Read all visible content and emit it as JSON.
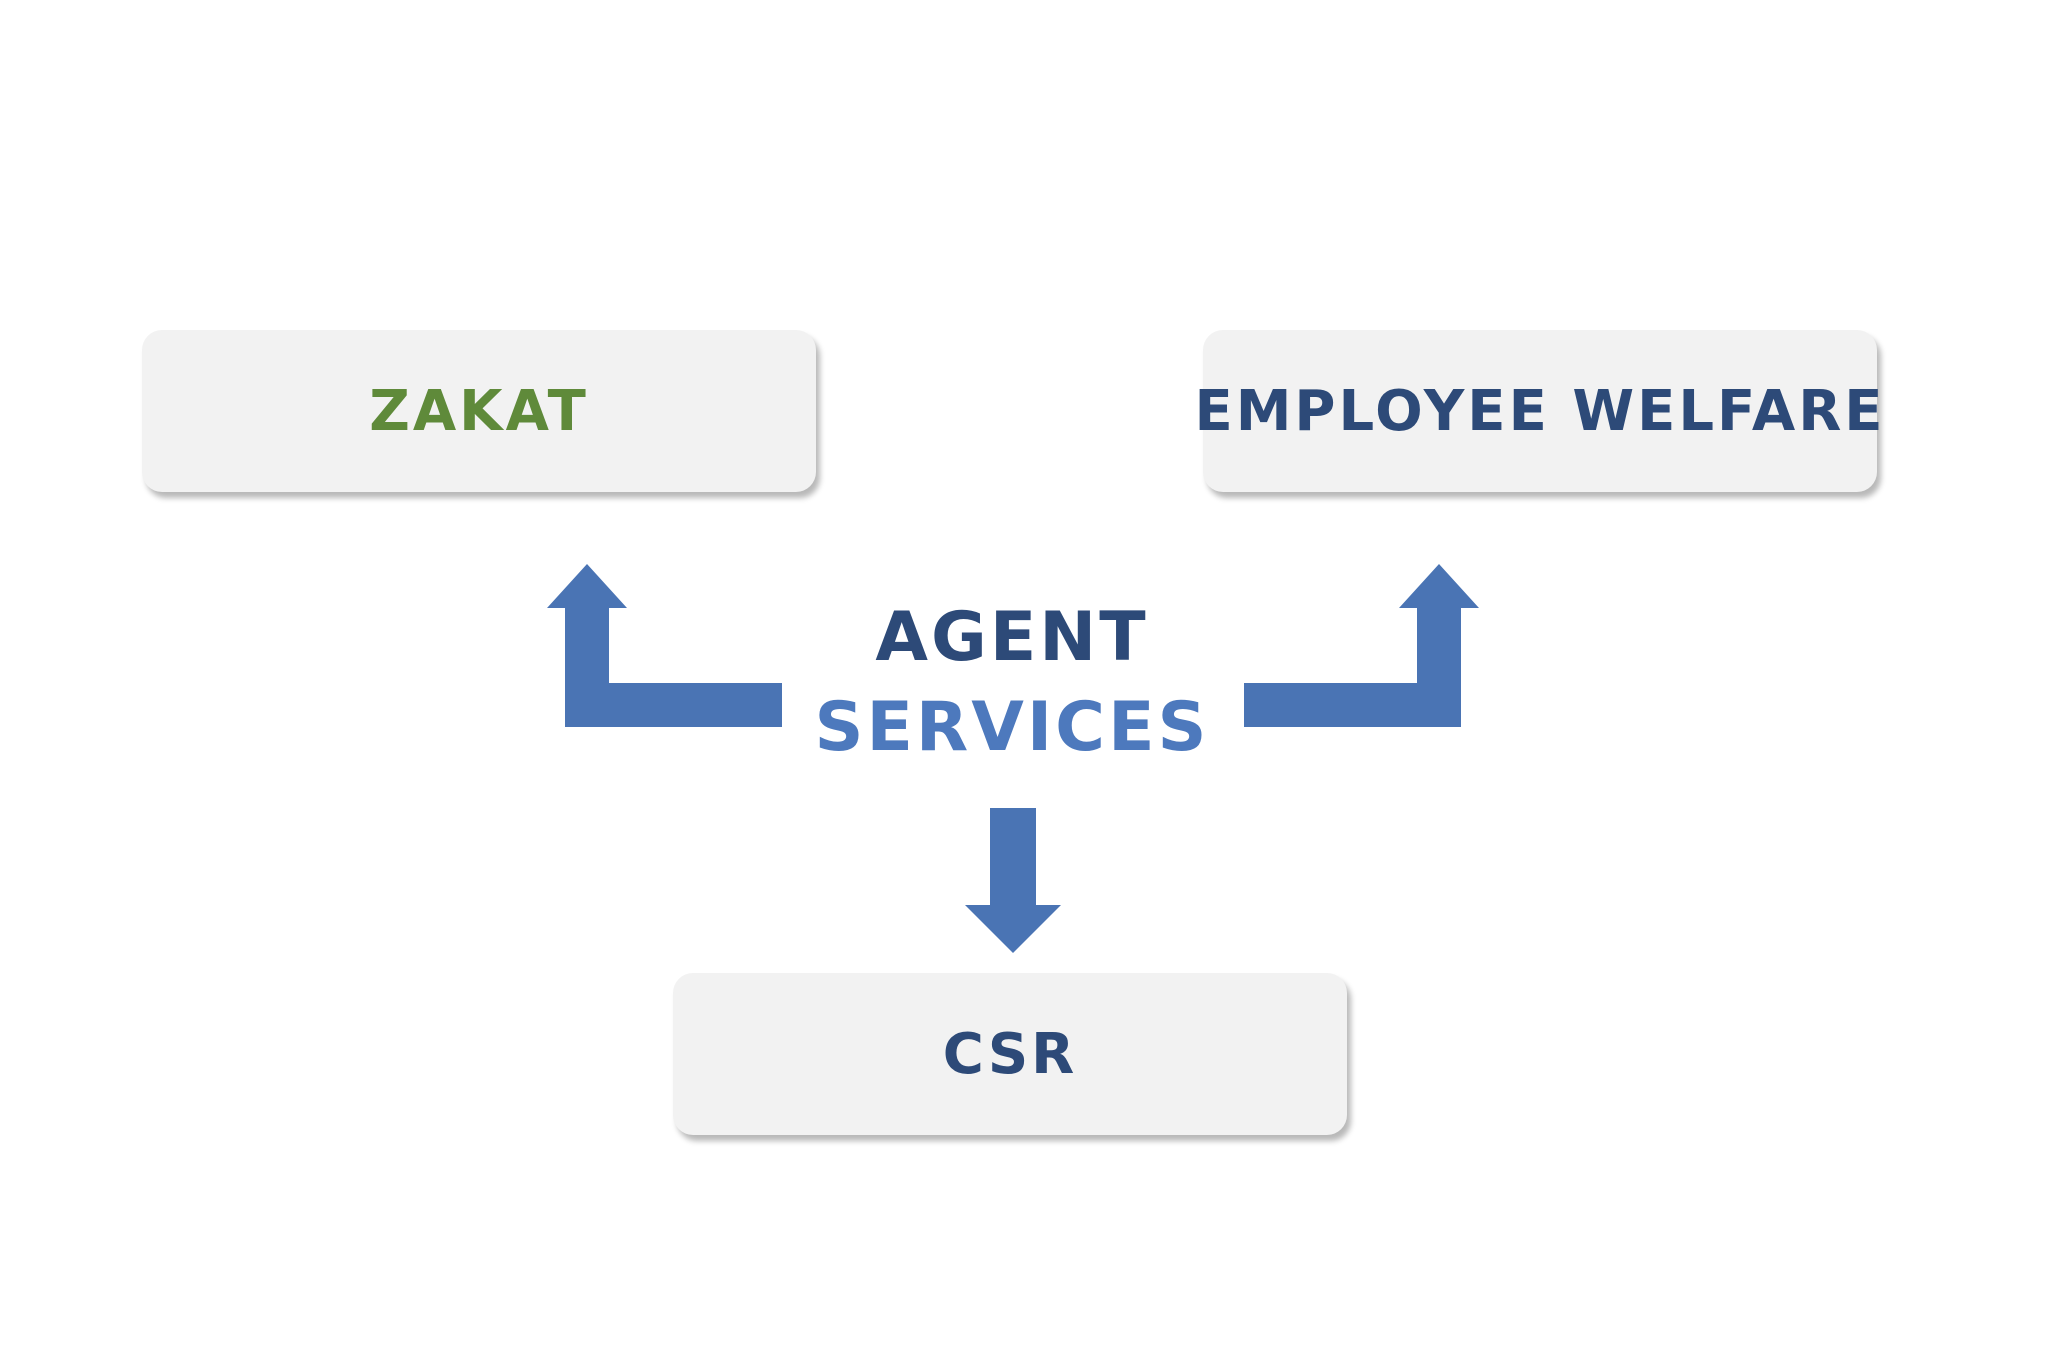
{
  "colors": {
    "arrow": "#4a74b4",
    "zakat_text": "#5f8a3a",
    "dark_text": "#2d4a78",
    "services_text": "#4d79bd",
    "box_fill": "#f2f2f2"
  },
  "boxes": {
    "zakat": {
      "label": "ZAKAT"
    },
    "welfare": {
      "label": "EMPLOYEE WELFARE"
    },
    "csr": {
      "label": "CSR"
    }
  },
  "center": {
    "line1": "AGENT",
    "line2": "SERVICES"
  },
  "icons": [
    "arrow-up-left-icon",
    "arrow-up-right-icon",
    "arrow-down-icon"
  ]
}
